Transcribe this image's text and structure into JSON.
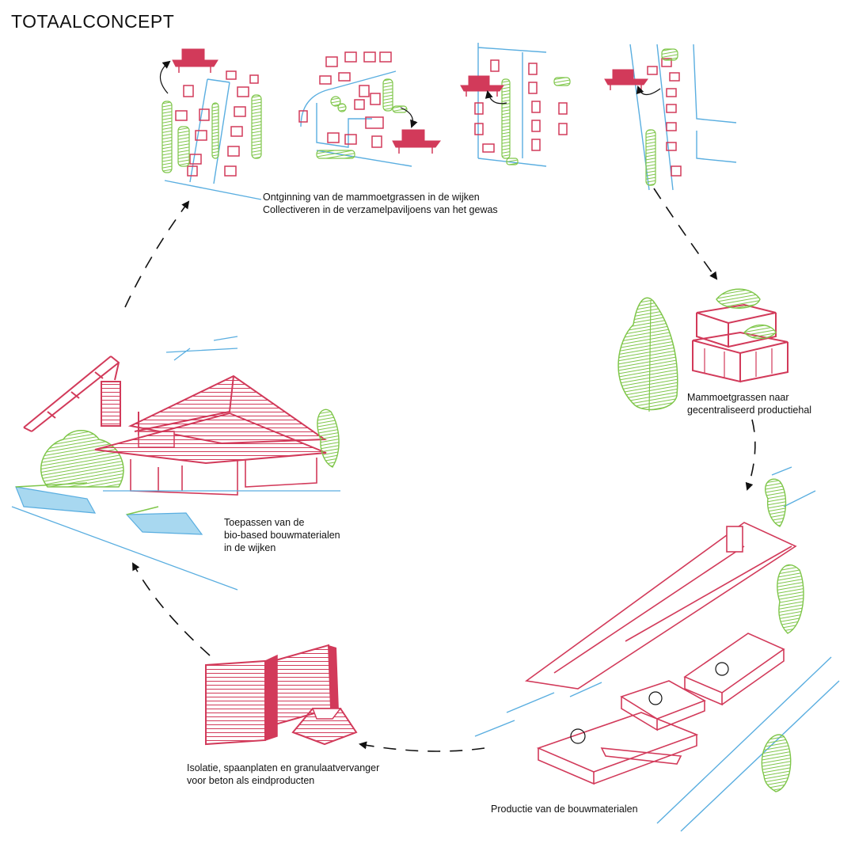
{
  "title": "TOTAALCONCEPT",
  "steps": [
    {
      "lines": [
        "Ontginning van de mammoetgrassen in de wijken",
        "Collectiveren in de verzamelpaviljoens van het gewas"
      ]
    },
    {
      "lines": [
        "Mammoetgrassen naar",
        "gecentraliseerd productiehal"
      ]
    },
    {
      "lines": [
        "Productie van de bouwmaterialen"
      ]
    },
    {
      "lines": [
        "Isolatie, spaanplaten en granulaatvervanger",
        "voor beton als eindproducten"
      ]
    },
    {
      "lines": [
        "Toepassen van de",
        "bio-based bouwmaterialen",
        "in de wijken"
      ]
    }
  ],
  "colors": {
    "building": "#d23a5a",
    "water": "#5aaee0",
    "vegetation": "#7fc64a",
    "arrow": "#111111"
  }
}
